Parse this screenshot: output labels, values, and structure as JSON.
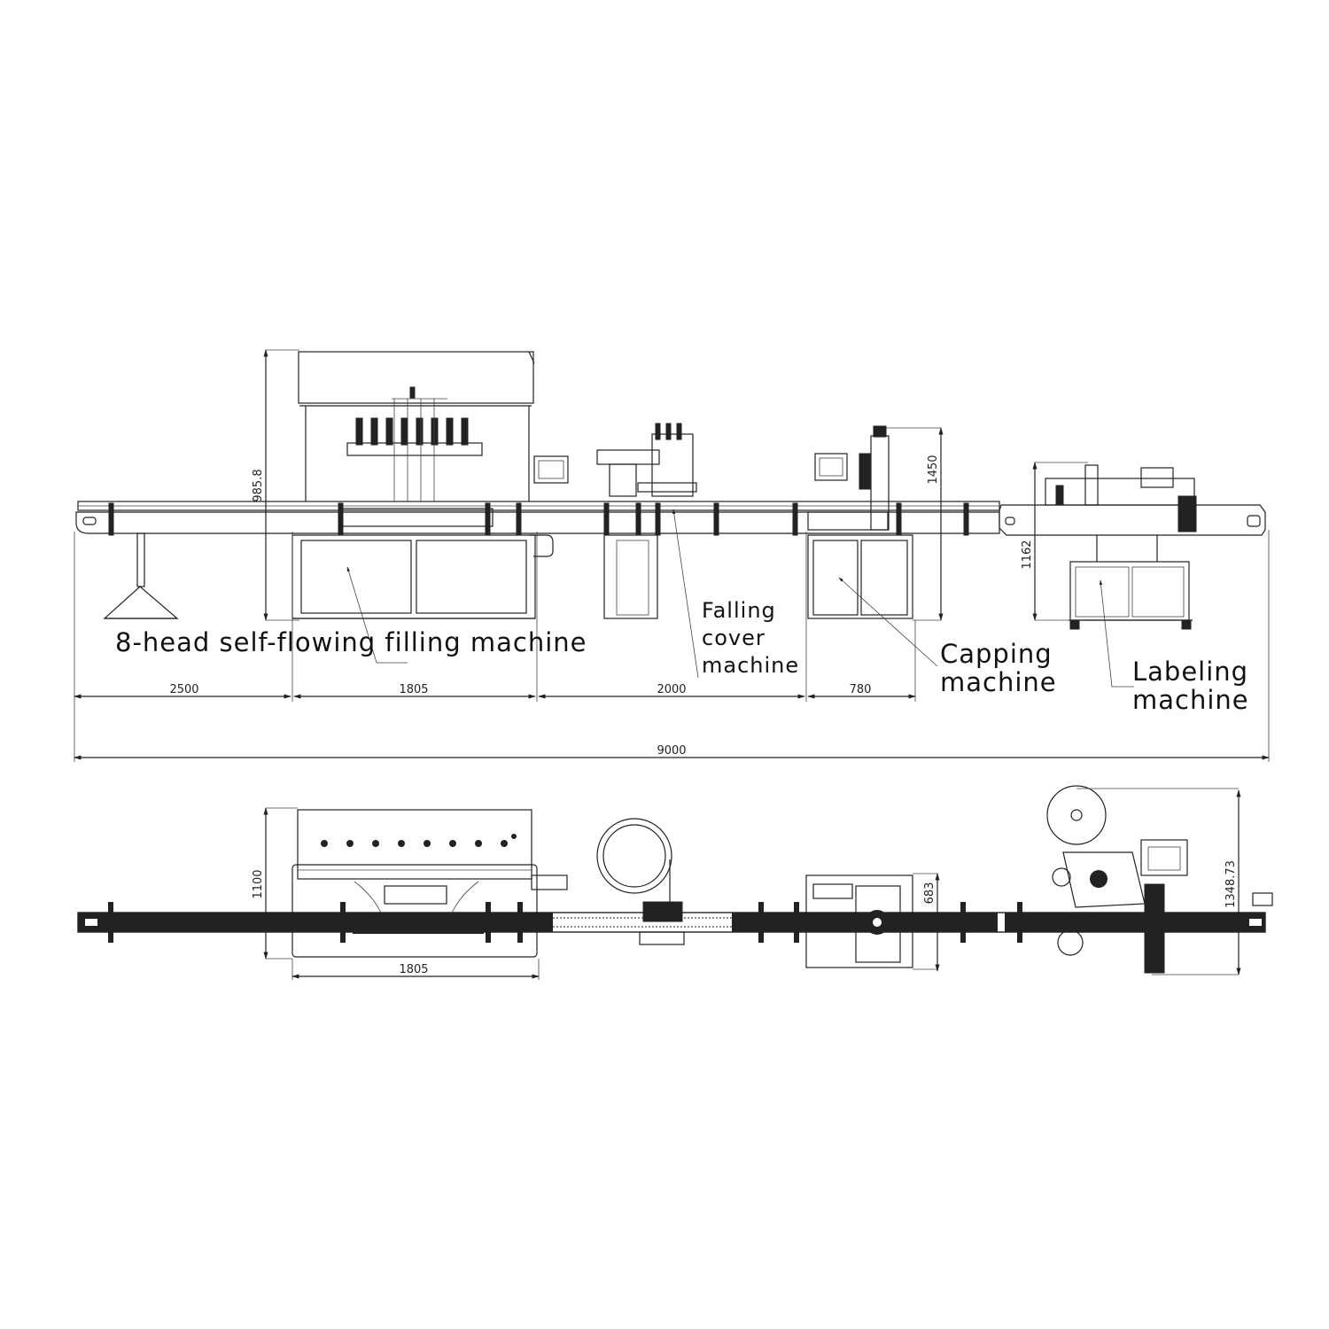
{
  "labels": {
    "filler": "8-head self-flowing filling machine",
    "falling_cover_1": "Falling",
    "falling_cover_2": "cover",
    "falling_cover_3": "machine",
    "capping_1": "Capping",
    "capping_2": "machine",
    "labeling_1": "Labeling",
    "labeling_2": "machine"
  },
  "dimensions": {
    "seg1": "2500",
    "seg2": "1805",
    "seg3": "2000",
    "seg4": "780",
    "total": "9000",
    "filler_height": "985.8",
    "capper_height": "1450",
    "labeler_height": "1162",
    "top_filler_depth": "1100",
    "top_filler_width": "1805",
    "top_capper_depth": "683",
    "top_labeler_depth": "1348.73"
  }
}
